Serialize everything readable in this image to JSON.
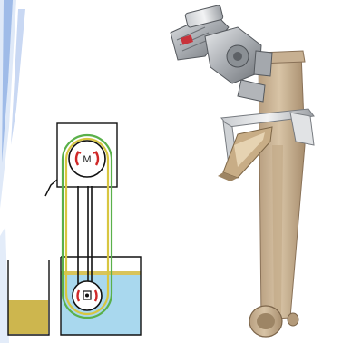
{
  "motor_label": "M",
  "colors": {
    "accent_blue": "#4a7fd0",
    "belt_green": "#5ab04a",
    "belt_yellow": "#d8c640",
    "rotation_red": "#d02828",
    "tank_water": "#a9d8ee",
    "tank_oil": "#cdb64e",
    "oil_layer": "#d9c45a",
    "frame_tan": "#c9b191",
    "motor_metal": "#b5b8bc",
    "motor_red_accent": "#c8323a"
  },
  "icons": {
    "motor_rotation": "curved-arrow-pair",
    "drum_rotation": "curved-arrow-pair",
    "drum_hub": "square-hub-icon"
  }
}
